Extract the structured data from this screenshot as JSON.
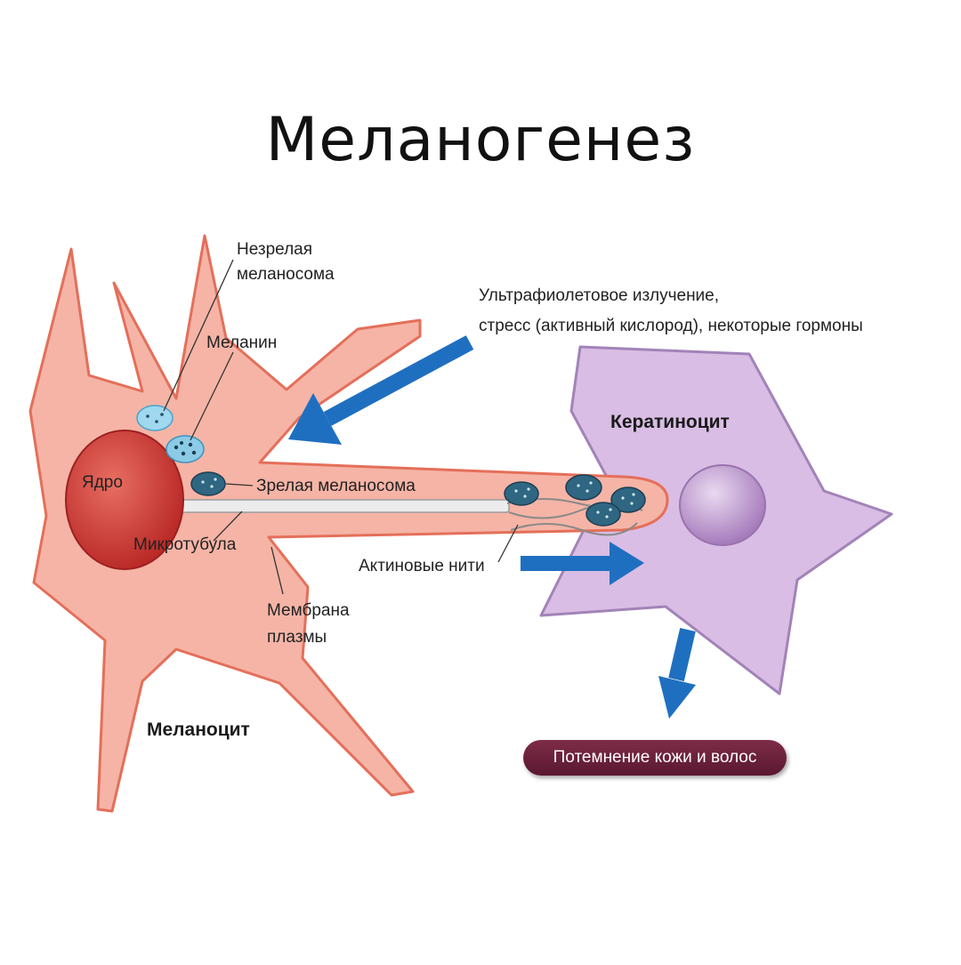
{
  "title": "Меланогенез",
  "labels": {
    "immature_melanosome_line1": "Незрелая",
    "immature_melanosome_line2": "меланосома",
    "melanin": "Меланин",
    "nucleus": "Ядро",
    "mature_melanosome": "Зрелая меланосома",
    "microtubule": "Микротубула",
    "membrane_line1": "Мембрана",
    "membrane_line2": "плазмы",
    "actin_filaments": "Актиновые нити",
    "melanocyte": "Меланоцит",
    "keratinocyte": "Кератиноцит",
    "trigger_line1": "Ультрафиолетовое излучение,",
    "trigger_line2": "стресс (активный кислород), некоторые гормоны",
    "outcome": "Потемнение кожи и волос"
  },
  "colors": {
    "melanocyte_fill": "#f5b4a6",
    "melanocyte_outline": "#e46f5a",
    "nucleus": "#cf3a36",
    "keratinocyte_fill": "#d6b8e2",
    "keratinocyte_nucleus": "#b991cc",
    "arrow": "#1f6fc0",
    "immature_melanosome": "#8fd0ea",
    "mature_melanosome": "#2f5f79",
    "outcome_pill": "#6e2540"
  }
}
